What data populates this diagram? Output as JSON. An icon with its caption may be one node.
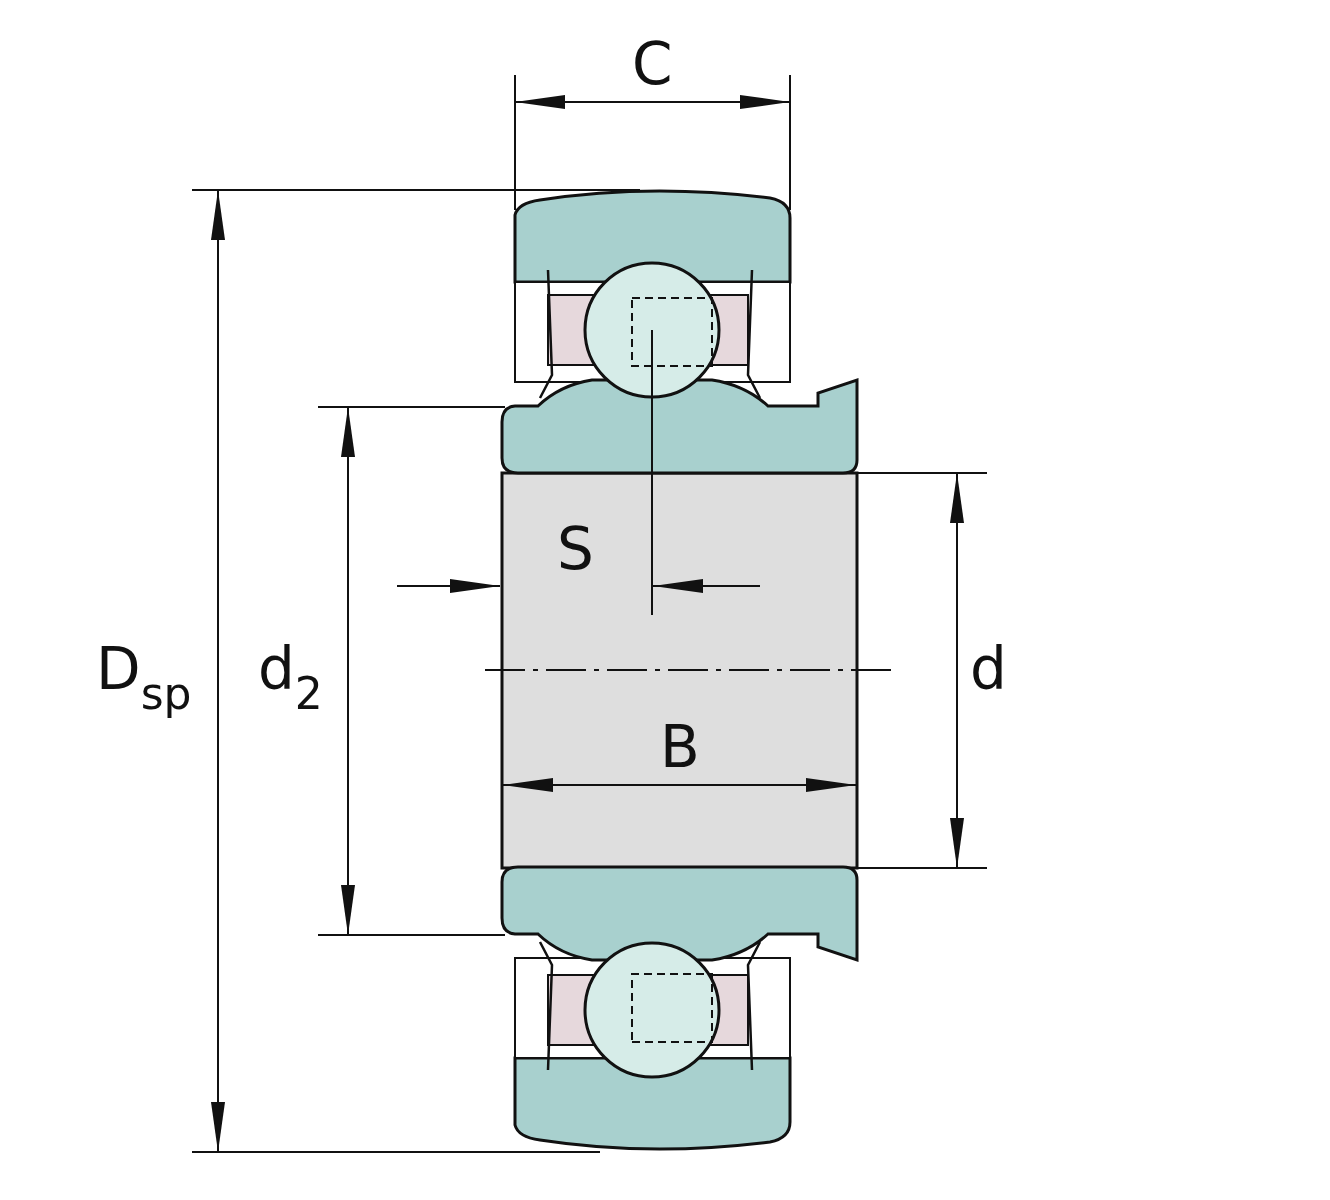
{
  "diagram": {
    "labels": [
      "C",
      "S",
      "D$_{sp}$",
      "d$_{2}$",
      "d",
      "B"
    ]
  }
}
